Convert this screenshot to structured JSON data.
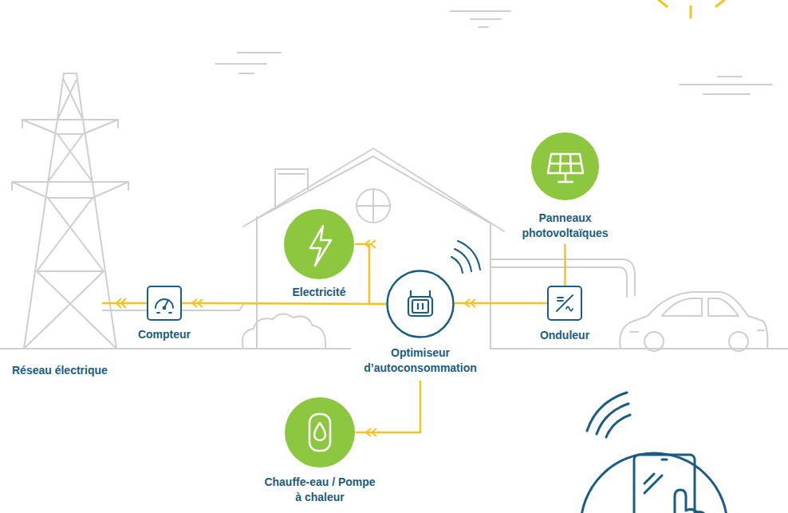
{
  "diagram": {
    "nodes": [
      {
        "text": [
          "Electricité"
        ]
      },
      {
        "text": [
          "Panneaux photovoltaïques"
        ]
      },
      {
        "text": [
          "Compteur"
        ]
      },
      {
        "text": [
          "Optimiseur d’autoconsommation"
        ]
      },
      {
        "text": [
          "Onduleur"
        ]
      },
      {
        "text": [
          "Chauffe-eau / Pompe à chaleur"
        ]
      }
    ],
    "edges": [
      {
        "from": 1,
        "to": 4,
        "arrow": "none"
      },
      {
        "from": 4,
        "to": 3,
        "arrow": "to"
      },
      {
        "from": 3,
        "to": 0,
        "arrow": "to"
      },
      {
        "from": 3,
        "to": 2,
        "arrow": "to"
      },
      {
        "from": 3,
        "to": 5,
        "arrow": "to"
      }
    ],
    "labels": [
      "Réseau électrique"
    ]
  }
}
